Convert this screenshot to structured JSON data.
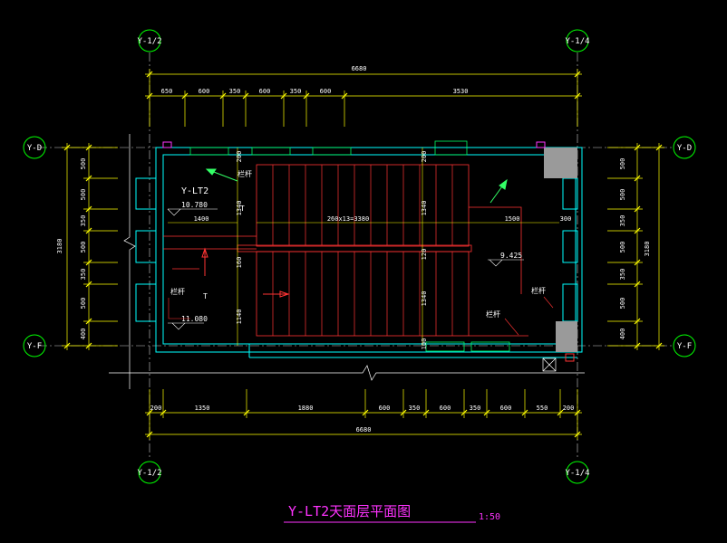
{
  "axes": {
    "top_left": "Y-1/2",
    "top_right": "Y-1/4",
    "bottom_left": "Y-1/2",
    "bottom_right": "Y-1/4",
    "left_top": "Y-D",
    "left_bottom": "Y-F",
    "right_top": "Y-D",
    "right_bottom": "Y-F"
  },
  "dims": {
    "top_overall": "6680",
    "top_segments": [
      "650",
      "600",
      "350",
      "600",
      "350",
      "600",
      "3530"
    ],
    "bottom_overall": "6680",
    "bottom_segments": [
      "200",
      "1350",
      "1880",
      "600",
      "350",
      "600",
      "350",
      "600",
      "550",
      "200"
    ],
    "left_overall": "3180",
    "left_segments": [
      "500",
      "500",
      "350",
      "500",
      "350",
      "500",
      "400"
    ],
    "right_overall": "3180",
    "right_segments": [
      "500",
      "500",
      "350",
      "500",
      "350",
      "500",
      "400"
    ],
    "inner_200_a": "200",
    "inner_200_b": "200",
    "inner_1340_a": "1340",
    "inner_1340_b": "1340",
    "inner_1340_c": "1340",
    "inner_1140": "1140",
    "inner_160": "160",
    "inner_120": "120",
    "inner_100": "100",
    "stair_run": "260x13=3380",
    "left_1400": "1400",
    "right_1500": "1500",
    "right_300": "300"
  },
  "annotations": {
    "stair_id": "Y-LT2",
    "elev_top": "10.780",
    "elev_bottom": "11.080",
    "elev_mid": "9.425",
    "railing_1": "栏杆",
    "railing_2": "栏杆",
    "railing_3": "栏杆",
    "railing_4": "栏杆",
    "t_mark_1": "T",
    "t_mark_2": "T"
  },
  "title": {
    "text": "Y-LT2天面层平面图",
    "scale": "1:50"
  },
  "colors": {
    "background": "#000000",
    "axis_circle": "#00ff00",
    "dimension": "#ffff00",
    "wall": "#00ffff",
    "stair": "#ff3333",
    "arrow": "#33ff66",
    "title": "#ff33ff"
  }
}
